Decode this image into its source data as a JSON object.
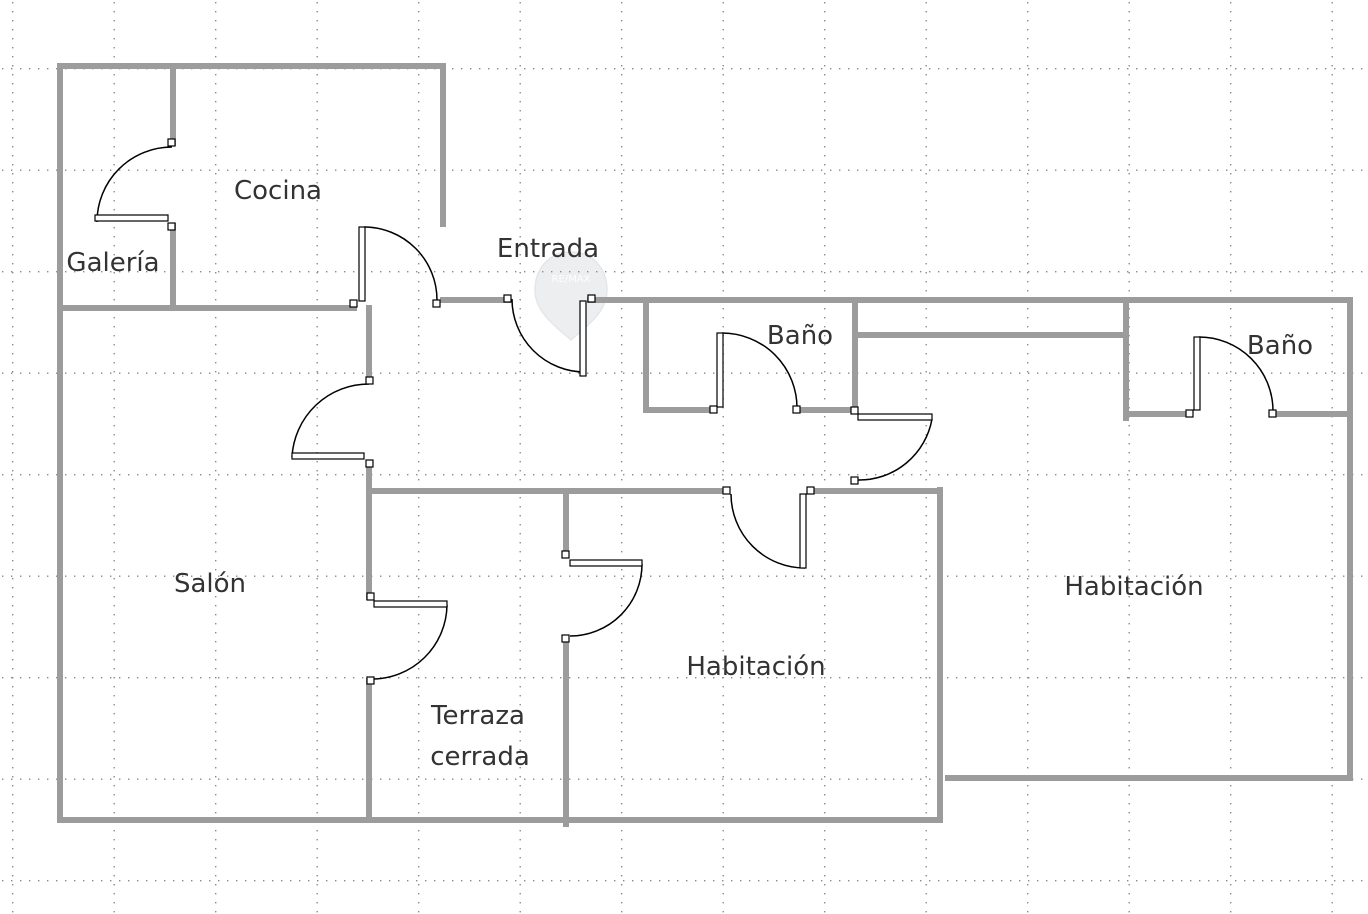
{
  "rooms": {
    "galeria": "Galería",
    "cocina": "Cocina",
    "entrada": "Entrada",
    "bano_1": "Baño",
    "bano_2": "Baño",
    "salon": "Salón",
    "terraza_line1": "Terraza",
    "terraza_line2": "cerrada",
    "habitacion_1": "Habitación",
    "habitacion_2": "Habitación"
  },
  "watermark": {
    "brand": "RE/MAX"
  },
  "colors": {
    "wall": "#9c9c9c",
    "label": "#333333",
    "grid": "#8a8a8a",
    "door": "#000000"
  }
}
